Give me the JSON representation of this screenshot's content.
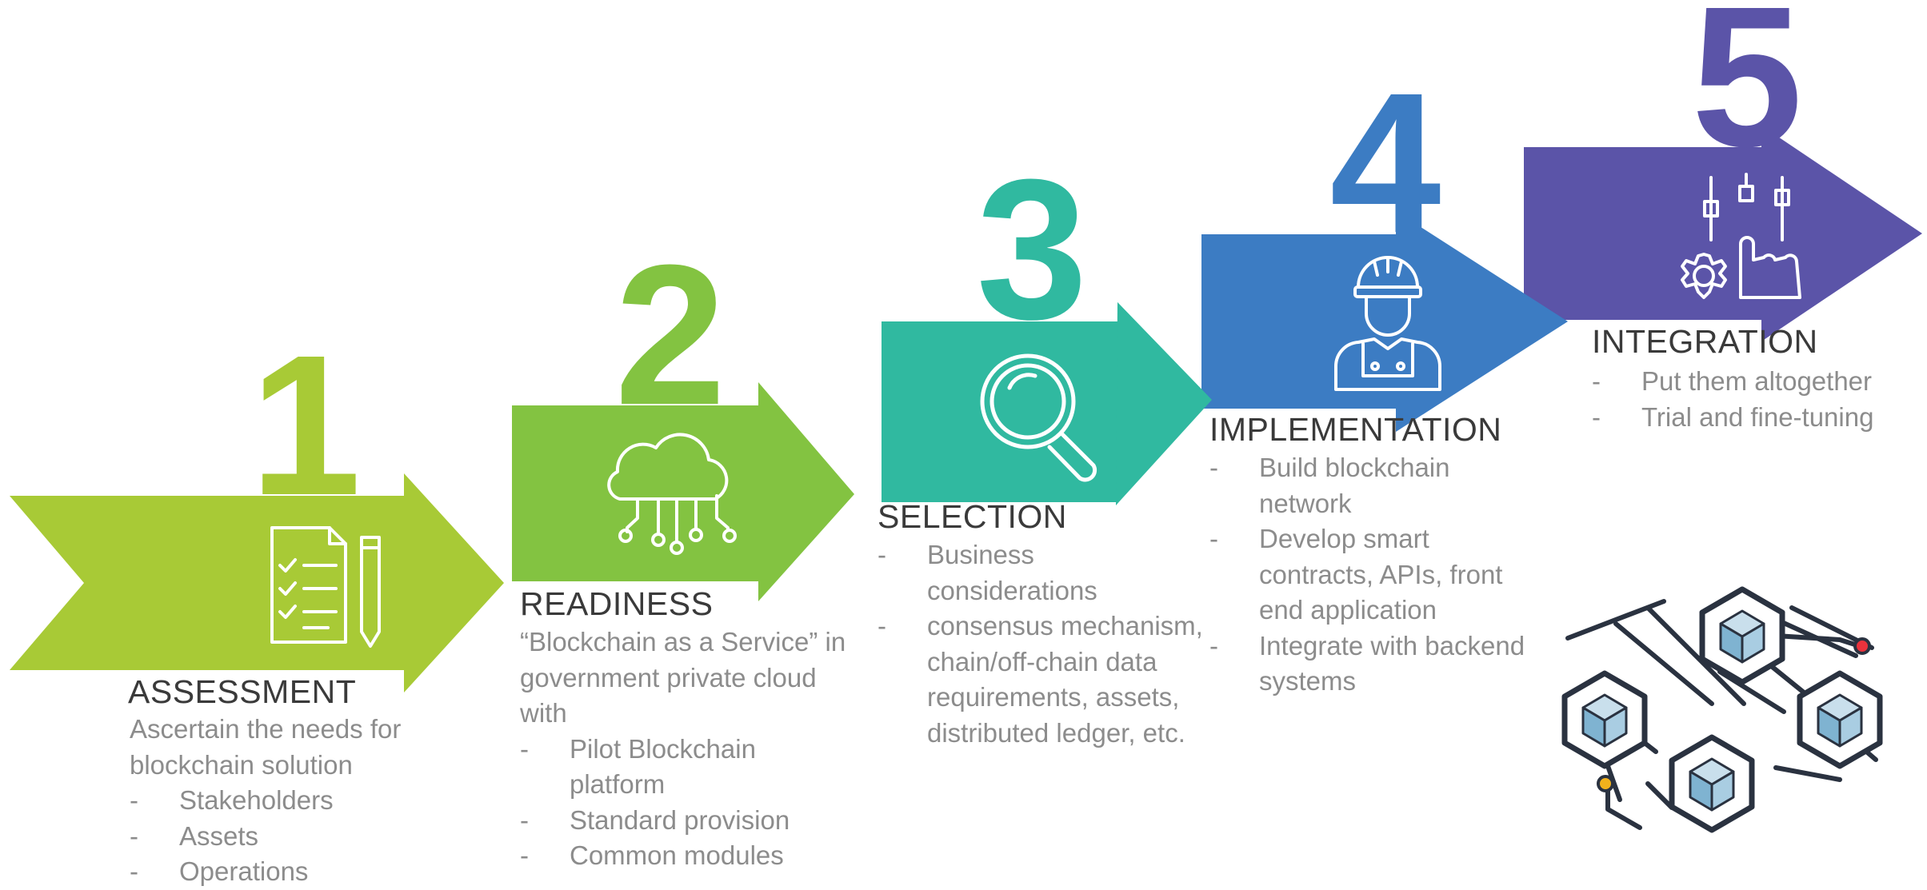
{
  "steps": [
    {
      "number": "1",
      "title": "ASSESSMENT",
      "intro": "Ascertain the needs for blockchain solution",
      "bullets": [
        "Stakeholders",
        "Assets",
        "Operations"
      ],
      "color": "#a8ca36",
      "icon": "checklist-document-icon"
    },
    {
      "number": "2",
      "title": "READINESS",
      "intro": "“Blockchain as a Service” in government private cloud with",
      "bullets": [
        "Pilot Blockchain platform",
        "Standard provision",
        "Common modules"
      ],
      "color": "#83c341",
      "icon": "cloud-network-icon"
    },
    {
      "number": "3",
      "title": "SELECTION",
      "intro": "",
      "bullets": [
        "Business considerations",
        "consensus mechanism, chain/off-chain data requirements, assets, distributed ledger, etc."
      ],
      "color": "#30b9a0",
      "icon": "magnifier-icon"
    },
    {
      "number": "4",
      "title": "IMPLEMENTATION",
      "intro": "",
      "bullets": [
        "Build blockchain network",
        "Develop smart contracts, APIs, front end application",
        "Integrate with backend systems"
      ],
      "color": "#3c7cc3",
      "icon": "engineer-worker-icon"
    },
    {
      "number": "5",
      "title": "INTEGRATION",
      "intro": "",
      "bullets": [
        "Put them altogether",
        "Trial and fine-tuning"
      ],
      "color": "#5b54a8",
      "icon": "gear-touch-control-icon"
    }
  ],
  "bullet_marker": "-",
  "decoration": {
    "icon": "blockchain-cubes-illustration-icon",
    "cube_color": "#a9cde2",
    "line_color": "#2a3240"
  }
}
